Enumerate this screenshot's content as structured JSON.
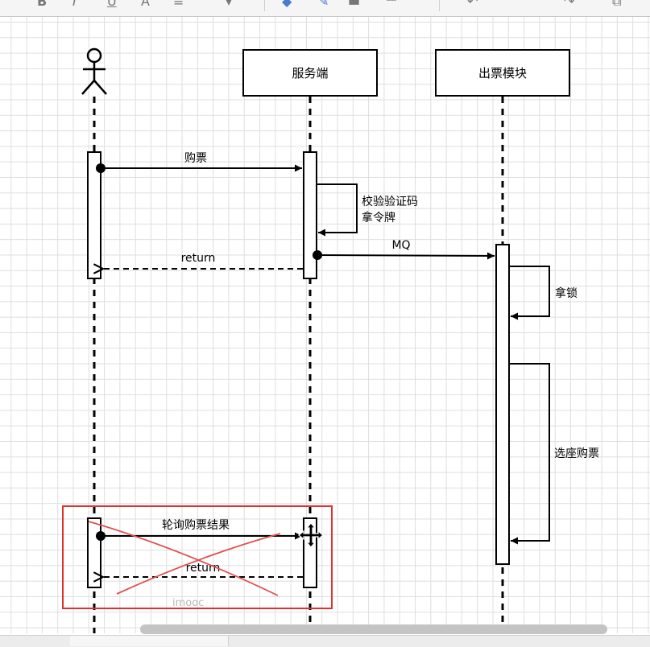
{
  "toolbar": {
    "items": [
      "bold-icon",
      "italic-icon",
      "underline-icon",
      "font-color-icon",
      "align-icon",
      "more-icon",
      "fill-color-icon",
      "line-color-icon",
      "line-width-icon",
      "line-style-icon",
      "undo-icon",
      "redo-icon",
      "copy-icon"
    ]
  },
  "diagram": {
    "participants": [
      {
        "id": "actor",
        "label": ""
      },
      {
        "id": "server",
        "label": "服务端"
      },
      {
        "id": "ticket",
        "label": "出票模块"
      }
    ],
    "messages": {
      "buy": "购票",
      "verify_line1": "校验验证码",
      "verify_line2": "拿令牌",
      "return1": "return",
      "mq": "MQ",
      "lock": "拿锁",
      "select_seat": "选座购票",
      "poll": "轮询购票结果",
      "return2": "return"
    },
    "watermark": "imooc",
    "colors": {
      "line": "#000000",
      "highlight_box": "#e03030",
      "cross": "#e05050",
      "watermark": "#b8b8b8"
    }
  }
}
